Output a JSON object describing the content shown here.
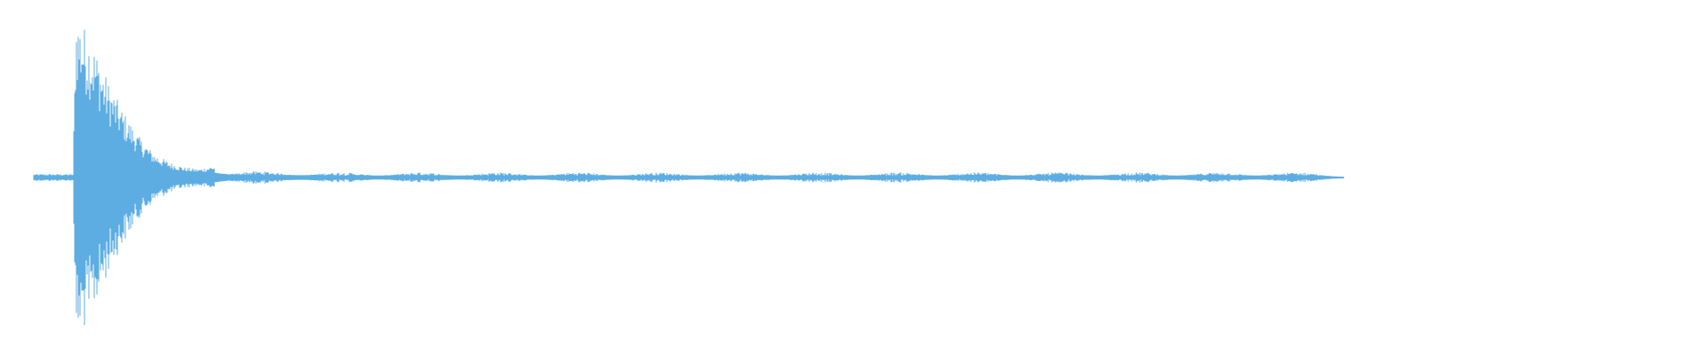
{
  "waveform": {
    "color": "#5DADE2",
    "background": "#FFFFFF",
    "normalized_amplitude_envelope": {
      "time_fraction": [
        0.0,
        0.026,
        0.028,
        0.03,
        0.04,
        0.05,
        0.06,
        0.07,
        0.08,
        0.09,
        0.1,
        0.11,
        0.12,
        0.13,
        0.2,
        0.3,
        0.4,
        0.5,
        0.6,
        0.7,
        0.8,
        0.85,
        0.88,
        0.9,
        1.0
      ],
      "amplitude": [
        0.02,
        0.02,
        0.98,
        0.95,
        0.78,
        0.55,
        0.38,
        0.24,
        0.14,
        0.09,
        0.06,
        0.05,
        0.07,
        0.04,
        0.03,
        0.03,
        0.03,
        0.03,
        0.03,
        0.03,
        0.03,
        0.03,
        0.0,
        0.0,
        0.0
      ]
    }
  }
}
